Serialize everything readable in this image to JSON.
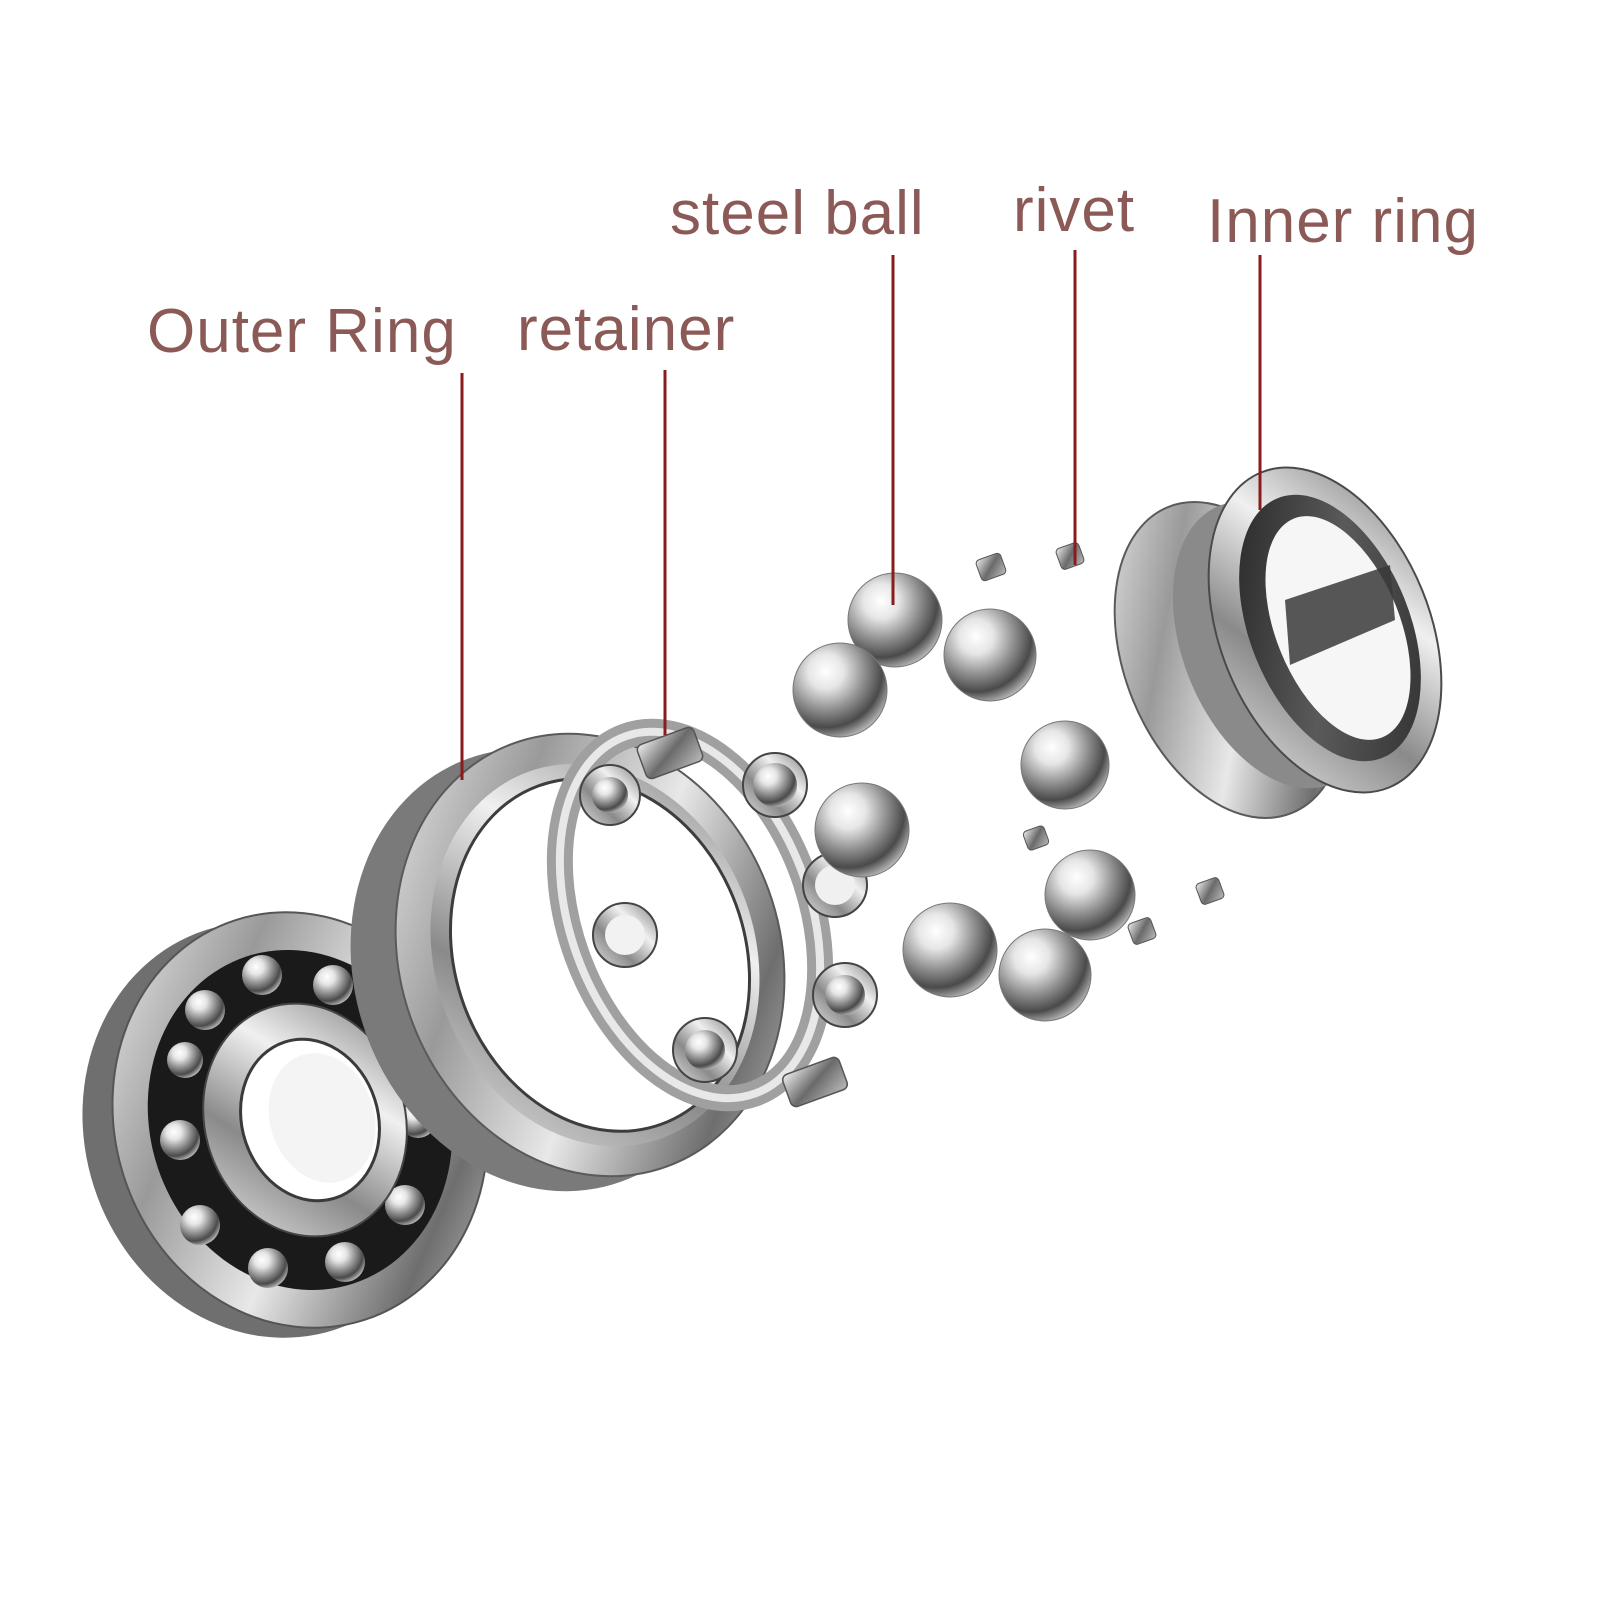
{
  "colors": {
    "label": "#8b5a57",
    "leader_line": "#8a1c1c",
    "steel_dark": "#2e2e2e",
    "steel_mid": "#8c8c8c",
    "steel_light": "#f2f2f2",
    "background": "#ffffff"
  },
  "labels": {
    "outer_ring": "Outer Ring",
    "retainer": "retainer",
    "steel_ball": "steel ball",
    "rivet": "rivet",
    "inner_ring": "Inner ring"
  },
  "components": [
    {
      "name": "assembled-bearing",
      "label_key": null
    },
    {
      "name": "outer-ring",
      "label_key": "outer_ring"
    },
    {
      "name": "retainer",
      "label_key": "retainer"
    },
    {
      "name": "steel-balls",
      "label_key": "steel_ball"
    },
    {
      "name": "rivets",
      "label_key": "rivet"
    },
    {
      "name": "inner-ring",
      "label_key": "inner_ring"
    }
  ]
}
